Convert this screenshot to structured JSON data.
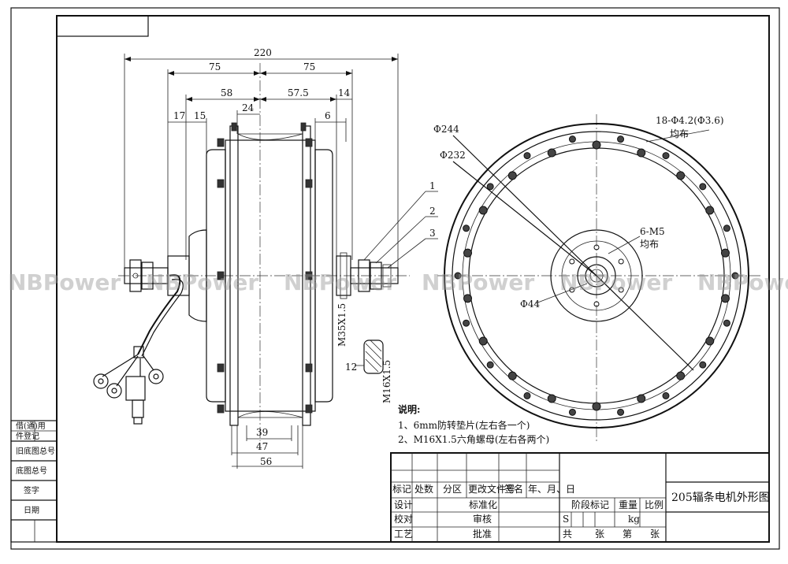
{
  "watermark": "NBPower",
  "dimensions": {
    "overall": "220",
    "left_half": "75",
    "right_half": "75",
    "left_58": "58",
    "right_57_5": "57.5",
    "center_24": "24",
    "right_14": "14",
    "left_17": "17",
    "left_15": "15",
    "right_6": "6",
    "bottom_39": "39",
    "bottom_47": "47",
    "bottom_56": "56",
    "thread_m35": "M35X1.5",
    "thread_m16": "M16X1.5",
    "flat_12": "12"
  },
  "callouts": [
    "1",
    "2",
    "3"
  ],
  "side_view": {
    "d244": "Φ244",
    "d232": "Φ232",
    "d44": "Φ44",
    "spoke_holes": "18-Φ4.2(Φ3.6)",
    "spoke_holes_note": "均布",
    "m5_holes": "6-M5",
    "m5_note": "均布"
  },
  "notes": {
    "heading": "说明:",
    "line1": "1、6mm防转垫片(左右各一个)",
    "line2": "2、M16X1.5六角螺母(左右各两个)"
  },
  "title_block": {
    "title": "205辐条电机外形图",
    "row_labels": [
      "标记",
      "处数",
      "分区",
      "更改文件号",
      "签名",
      "年、月、日"
    ],
    "design": "设计",
    "standardize": "标准化",
    "check": "校对",
    "review": "审核",
    "craft": "工艺",
    "approve": "批准",
    "stage_mark": "阶段标记",
    "weight": "重量",
    "scale": "比例",
    "s": "S",
    "kg": "kg",
    "total": "共",
    "sheets": "张",
    "page": "第",
    "sheet2": "张"
  },
  "left_strip": [
    "借(通)用",
    "件登记",
    "旧底图总号",
    "底图总号",
    "签字",
    "日期"
  ]
}
